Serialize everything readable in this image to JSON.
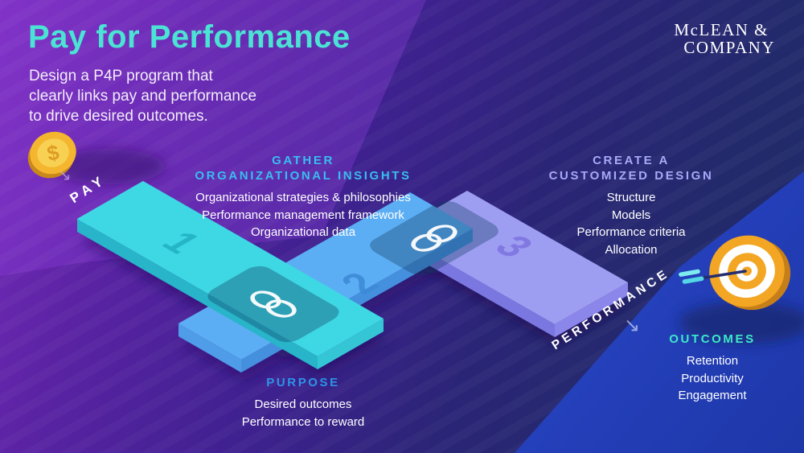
{
  "header": {
    "title": "Pay for Performance",
    "subtitle_lines": [
      "Design a P4P program that",
      "clearly links pay and performance",
      "to drive desired outcomes."
    ]
  },
  "logo": {
    "line1": "McLEAN &",
    "line2": "COMPANY"
  },
  "labels": {
    "pay": "PAY",
    "performance": "PERFORMANCE"
  },
  "icons": {
    "coin_symbol": "$",
    "pay_arrow": "↘",
    "performance_arrow": "↘",
    "link_icon": "chain-link",
    "target_icon": "dartboard-with-dart"
  },
  "steps": [
    {
      "number": "1"
    },
    {
      "number": "2"
    },
    {
      "number": "3"
    }
  ],
  "sections": {
    "gather": {
      "heading_lines": [
        "GATHER",
        "ORGANIZATIONAL INSIGHTS"
      ],
      "items": [
        "Organizational strategies & philosophies",
        "Performance management framework",
        "Organizational data"
      ]
    },
    "design": {
      "heading_lines": [
        "CREATE A",
        "CUSTOMIZED DESIGN"
      ],
      "items": [
        "Structure",
        "Models",
        "Performance criteria",
        "Allocation"
      ]
    },
    "purpose": {
      "heading": "PURPOSE",
      "items": [
        "Desired outcomes",
        "Performance to reward"
      ]
    },
    "outcomes": {
      "heading": "OUTCOMES",
      "items": [
        "Retention",
        "Productivity",
        "Engagement"
      ]
    }
  },
  "colors": {
    "title_teal": "#4BE4D4",
    "gather_heading_blue": "#38BEF0",
    "design_heading_periwinkle": "#A7A9F7",
    "purpose_heading_blue": "#2E93E8",
    "outcomes_heading_teal": "#3CE9C9",
    "bar1_teal": "#3ED7E4",
    "bar2_blue": "#5CAEF4",
    "bar3_lavender": "#9D9DF2",
    "band_blue": "#2C4BD2",
    "background_purple": "#4A2191",
    "background_navy": "#222A6B",
    "coin_gold": "#F4B62E",
    "target_orange": "#F3A623"
  }
}
